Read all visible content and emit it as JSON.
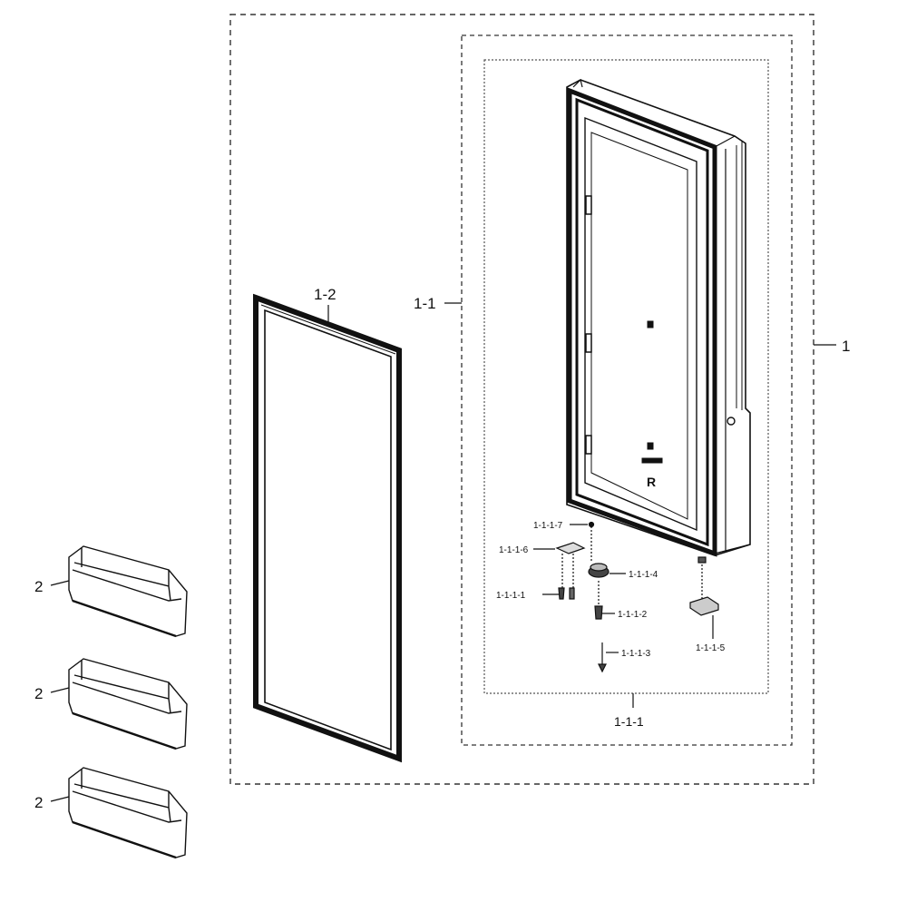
{
  "diagram": {
    "labels": {
      "assembly": "1",
      "door_foam": "1-1",
      "gasket": "1-2",
      "bin": "2",
      "hinge_assembly": "1-1-1",
      "screw": "1-1-1-1",
      "bolt": "1-1-1-2",
      "pin": "1-1-1-3",
      "cam": "1-1-1-4",
      "bracket": "1-1-1-5",
      "hinge_plate": "1-1-1-6",
      "washer": "1-1-1-7"
    },
    "door_marking": "R"
  }
}
